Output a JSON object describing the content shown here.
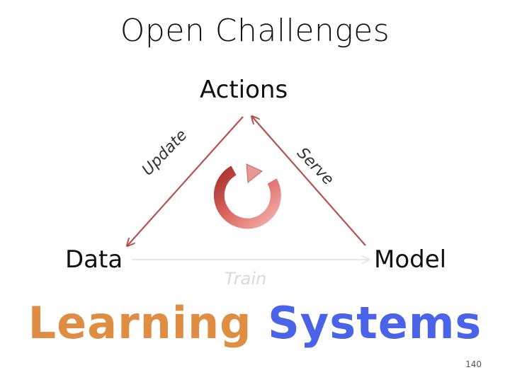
{
  "slide": {
    "title": "Open Challenges",
    "page_number": "140"
  },
  "nodes": {
    "actions": "Actions",
    "data": "Data",
    "model": "Model"
  },
  "edges": {
    "update": "Update",
    "serve": "Serve",
    "train": "Train"
  },
  "footer": {
    "word1": "Learning",
    "word2": "Systems"
  },
  "colors": {
    "edge_arrow": "#b5524c",
    "train_arrow": "#e6e6e6",
    "cycle_icon": "#cc5a55",
    "learning": "#e08d44",
    "systems": "#4a63e8"
  }
}
